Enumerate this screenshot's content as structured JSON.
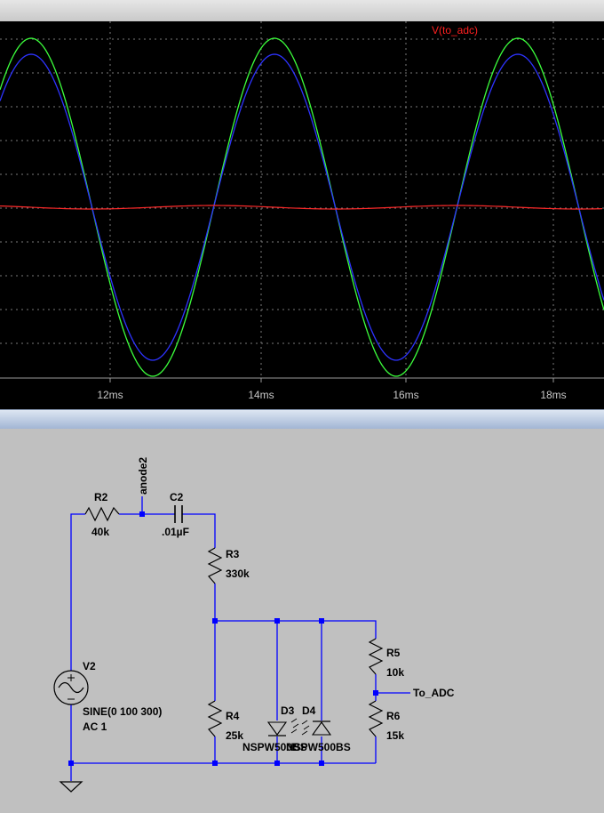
{
  "waveform": {
    "trace_label": "V(to_adc)",
    "trace_label_color": "#ff2020",
    "series_colors": {
      "green": "#3cff3c",
      "blue": "#2d33ff",
      "red": "#ff2a2a"
    },
    "x_ticks": [
      "12ms",
      "14ms",
      "16ms",
      "18ms"
    ]
  },
  "schematic": {
    "components": {
      "R2": {
        "ref": "R2",
        "value": "40k"
      },
      "C2": {
        "ref": "C2",
        "value": ".01µF"
      },
      "R3": {
        "ref": "R3",
        "value": "330k"
      },
      "R4": {
        "ref": "R4",
        "value": "25k"
      },
      "R5": {
        "ref": "R5",
        "value": "10k"
      },
      "R6": {
        "ref": "R6",
        "value": "15k"
      },
      "V2": {
        "ref": "V2",
        "value": "SINE(0 100 300)",
        "ac": "AC 1"
      },
      "D3": {
        "ref": "D3",
        "model": "NSPW500BS"
      },
      "D4": {
        "ref": "D4",
        "model": "NSPW500BS"
      }
    },
    "net_labels": {
      "anode2": "anode2",
      "to_adc": "To_ADC"
    },
    "wire_color": "#0000ff",
    "node_color": "#0000ff"
  }
}
